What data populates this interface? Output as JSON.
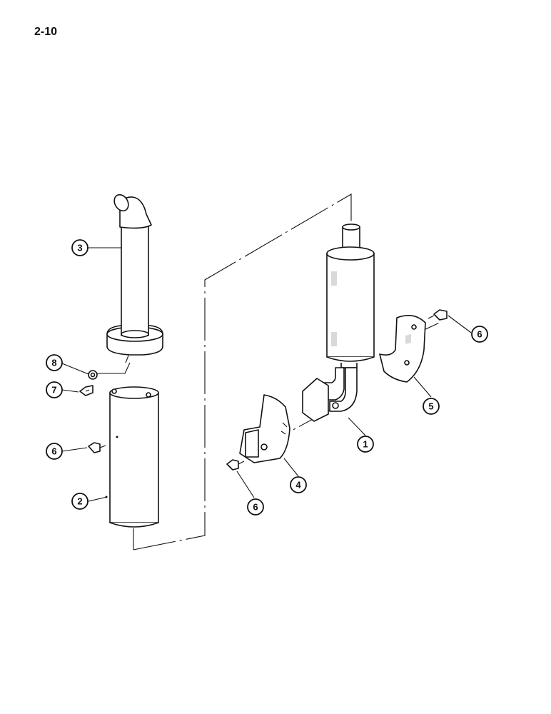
{
  "page": {
    "number": "2-10"
  },
  "callouts": {
    "muffler": "1",
    "shield_tube": "2",
    "exhaust_stack": "3",
    "lower_shield": "4",
    "upper_shield": "5",
    "screw": "6",
    "bolt": "7",
    "washer": "8"
  }
}
